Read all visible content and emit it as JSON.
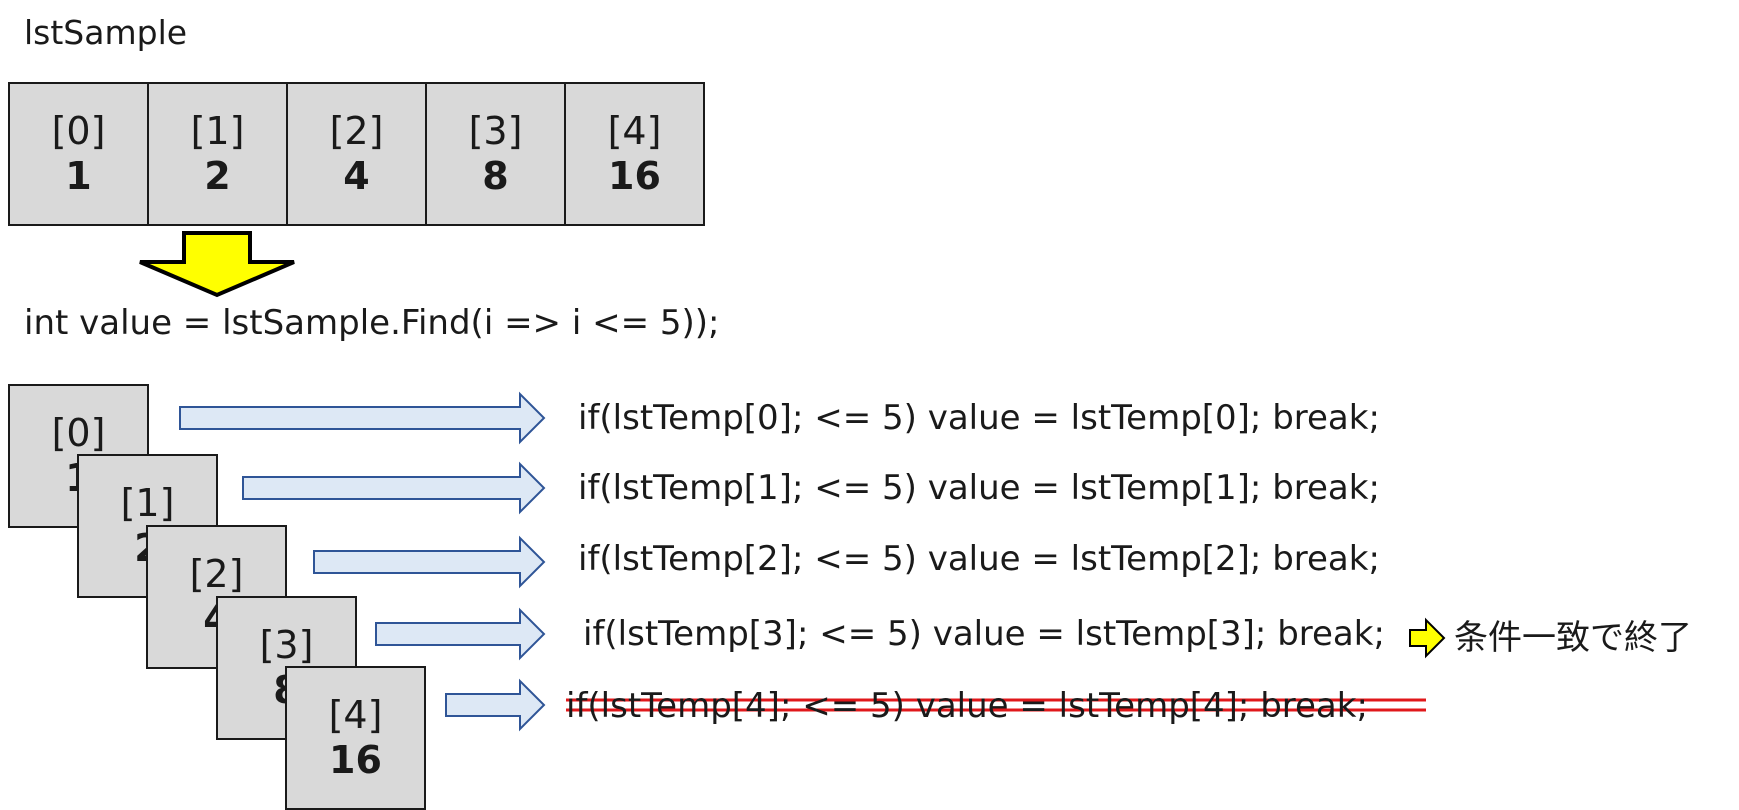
{
  "title": "lstSample",
  "array": [
    {
      "index": "[0]",
      "value": "1"
    },
    {
      "index": "[1]",
      "value": "2"
    },
    {
      "index": "[2]",
      "value": "4"
    },
    {
      "index": "[3]",
      "value": "8"
    },
    {
      "index": "[4]",
      "value": "16"
    }
  ],
  "code": "int value = lstSample.Find(i => i <= 5));",
  "statements": [
    "if(lstTemp[0]; <= 5) value = lstTemp[0]; break;",
    "if(lstTemp[1]; <= 5) value = lstTemp[1]; break;",
    "if(lstTemp[2]; <= 5) value = lstTemp[2]; break;",
    "if(lstTemp[3]; <= 5) value = lstTemp[3]; break;",
    "if(lstTemp[4]; <= 5) value = lstTemp[4]; break;"
  ],
  "note": "条件一致で終了",
  "colors": {
    "cell_fill": "#d9d9d9",
    "down_arrow_fill": "#ffff00",
    "right_arrow_fill": "#dde8f5",
    "right_arrow_stroke": "#2f5597",
    "strike_line": "#e0181b"
  }
}
